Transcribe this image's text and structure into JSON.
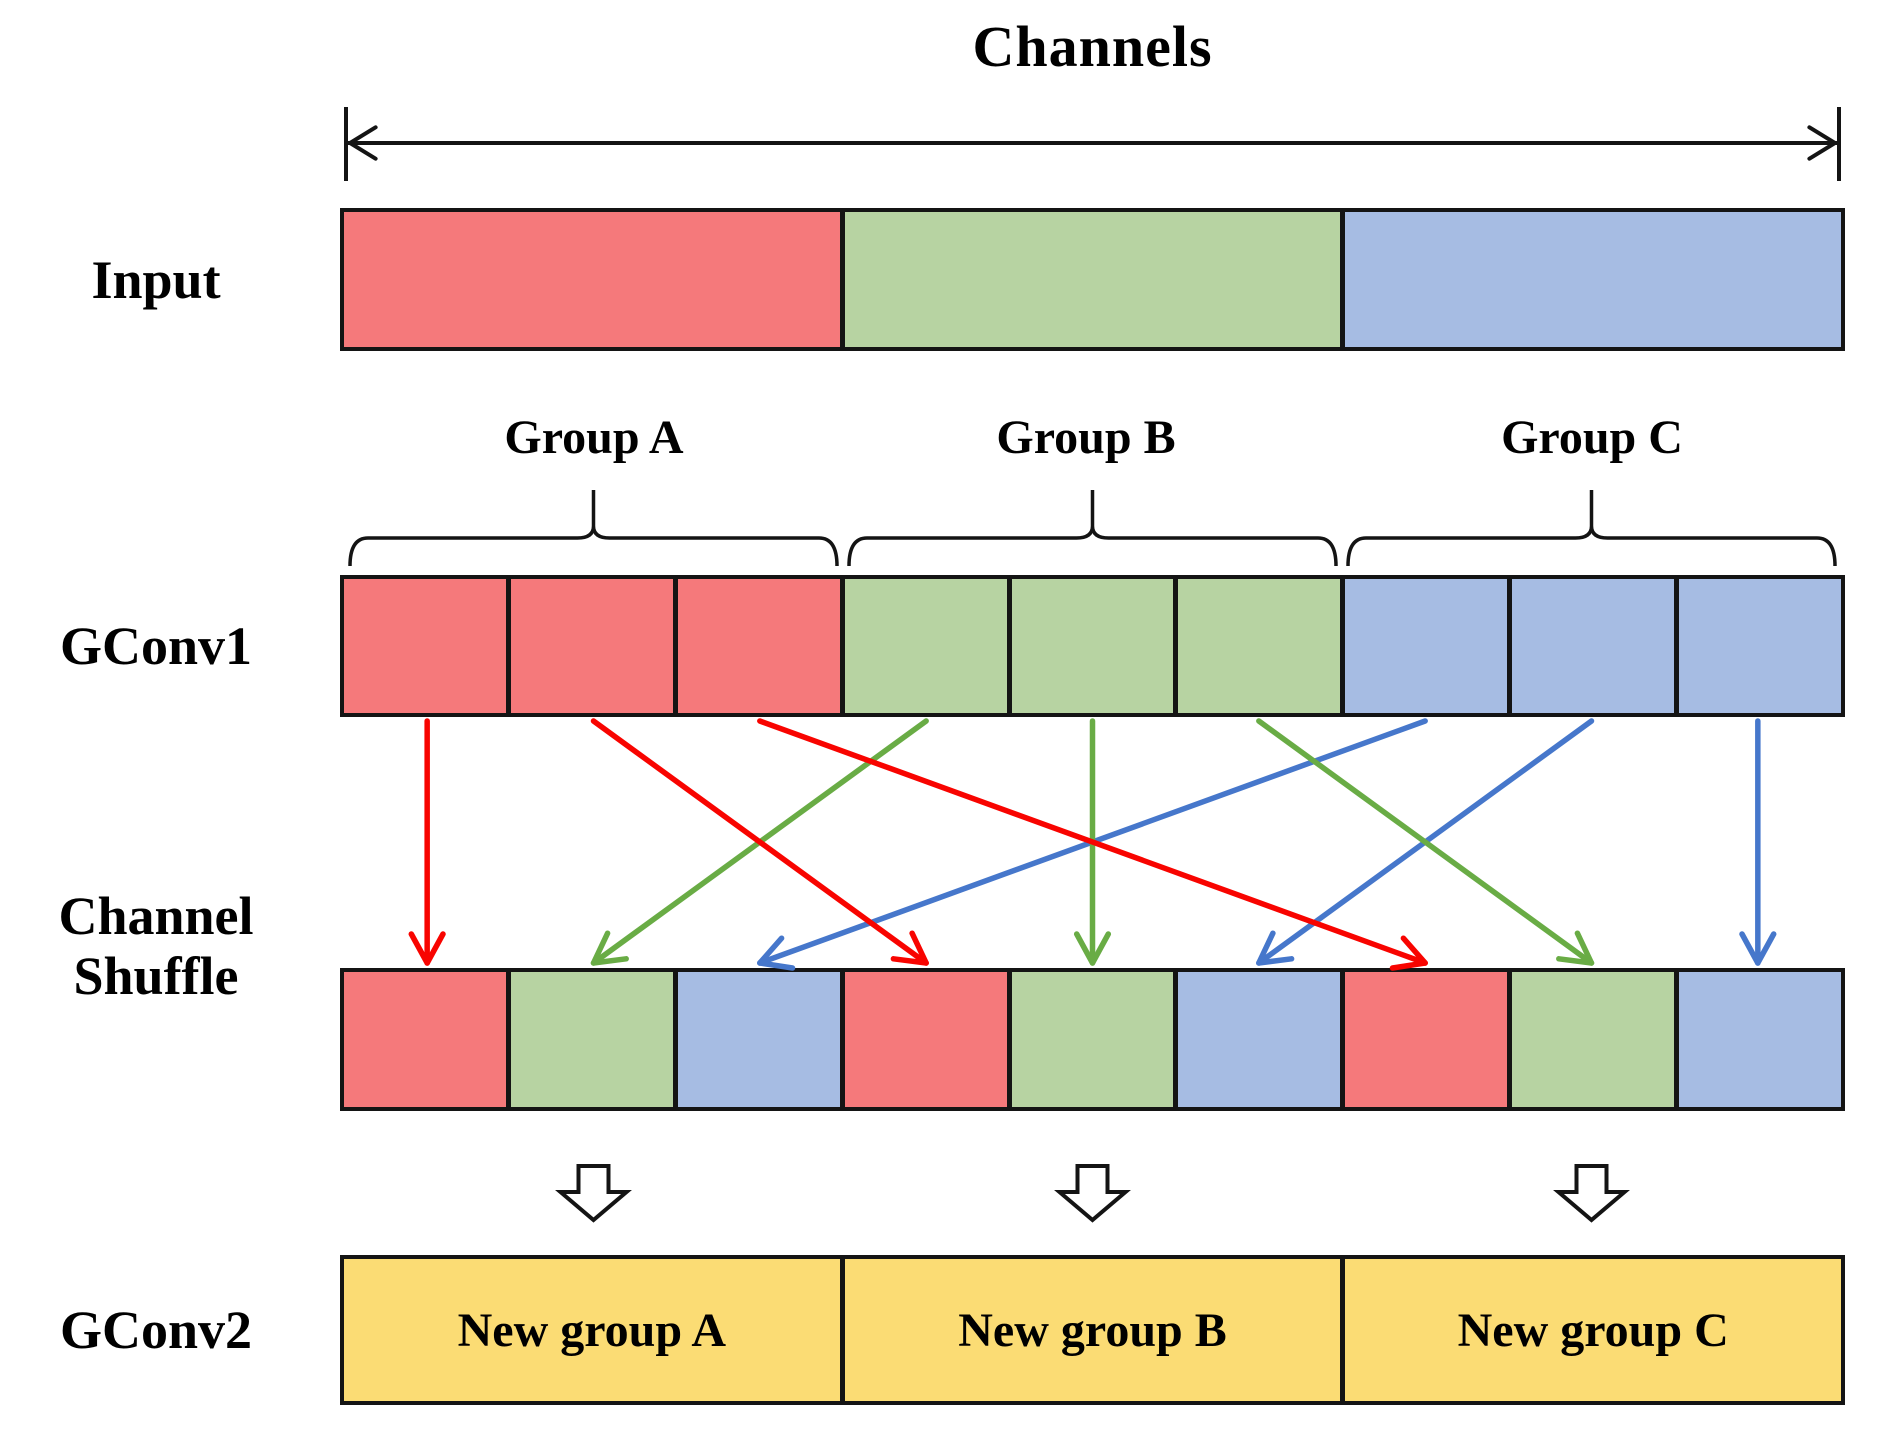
{
  "title": "Channels",
  "side_labels": {
    "input": "Input",
    "gconv1": "GConv1",
    "channel_shuffle": [
      "Channel",
      "Shuffle"
    ],
    "gconv2": "GConv2"
  },
  "groups": [
    {
      "label": "Group A"
    },
    {
      "label": "Group B"
    },
    {
      "label": "Group C"
    }
  ],
  "rows": {
    "input": [
      "red",
      "green",
      "blue"
    ],
    "gconv1": [
      "red",
      "red",
      "red",
      "green",
      "green",
      "green",
      "blue",
      "blue",
      "blue"
    ],
    "shuffle": [
      "red",
      "green",
      "blue",
      "red",
      "green",
      "blue",
      "red",
      "green",
      "blue"
    ],
    "gconv2": [
      {
        "label": "New group A"
      },
      {
        "label": "New group B"
      },
      {
        "label": "New group C"
      }
    ]
  },
  "shuffle_mapping": [
    {
      "color": "red",
      "from": 0,
      "to": 0
    },
    {
      "color": "red",
      "from": 1,
      "to": 3
    },
    {
      "color": "red",
      "from": 2,
      "to": 6
    },
    {
      "color": "green",
      "from": 3,
      "to": 1
    },
    {
      "color": "green",
      "from": 4,
      "to": 4
    },
    {
      "color": "green",
      "from": 5,
      "to": 7
    },
    {
      "color": "blue",
      "from": 6,
      "to": 2
    },
    {
      "color": "blue",
      "from": 7,
      "to": 5
    },
    {
      "color": "blue",
      "from": 8,
      "to": 8
    }
  ],
  "colors": {
    "red_fill": "#F5797B",
    "green_fill": "#B7D3A2",
    "blue_fill": "#A6BCE3",
    "yellow_fill": "#FBDC74",
    "red_arrow": "#F80400",
    "green_arrow": "#69AC45",
    "blue_arrow": "#4677CB",
    "outline": "#141414",
    "hollow_arrow_fill": "#FFFFFF"
  }
}
